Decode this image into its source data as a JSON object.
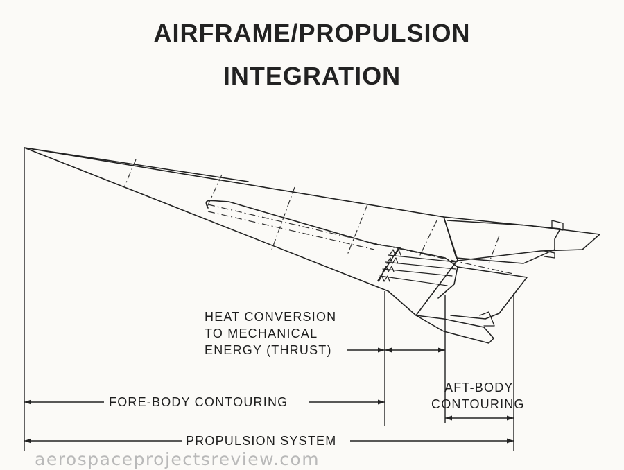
{
  "title": {
    "line1": "AIRFRAME/PROPULSION",
    "line2": "INTEGRATION"
  },
  "labels": {
    "heat_line1": "HEAT CONVERSION",
    "heat_line2": "TO MECHANICAL",
    "heat_line3": "ENERGY (THRUST)",
    "fore_body": "FORE-BODY CONTOURING",
    "aft_line1": "AFT-BODY",
    "aft_line2": "CONTOURING",
    "propulsion": "PROPULSION SYSTEM"
  },
  "watermark": "aerospaceprojectsreview.com"
}
